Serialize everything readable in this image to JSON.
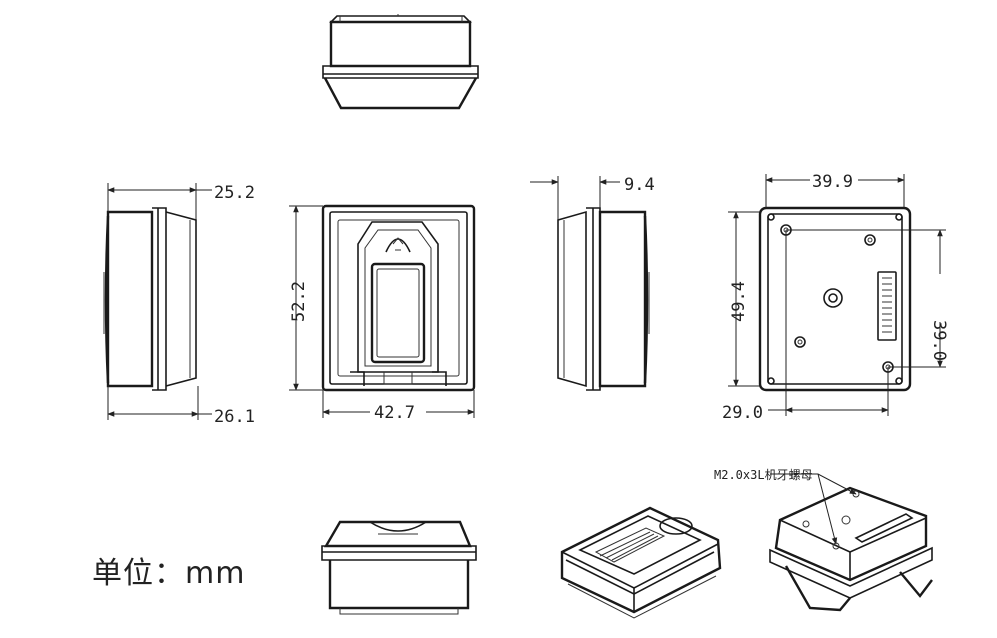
{
  "dimensions": {
    "side_top_width": "25.2",
    "side_bottom_width": "26.1",
    "front_height": "52.2",
    "front_width": "42.7",
    "side_right_width": "9.4",
    "back_top_width": "39.9",
    "back_height": "49.4",
    "back_hole_spacing_v": "39.0",
    "back_hole_spacing_h": "29.0"
  },
  "callout": "M2.0x3L机牙螺母",
  "unit_label": "单位：mm"
}
